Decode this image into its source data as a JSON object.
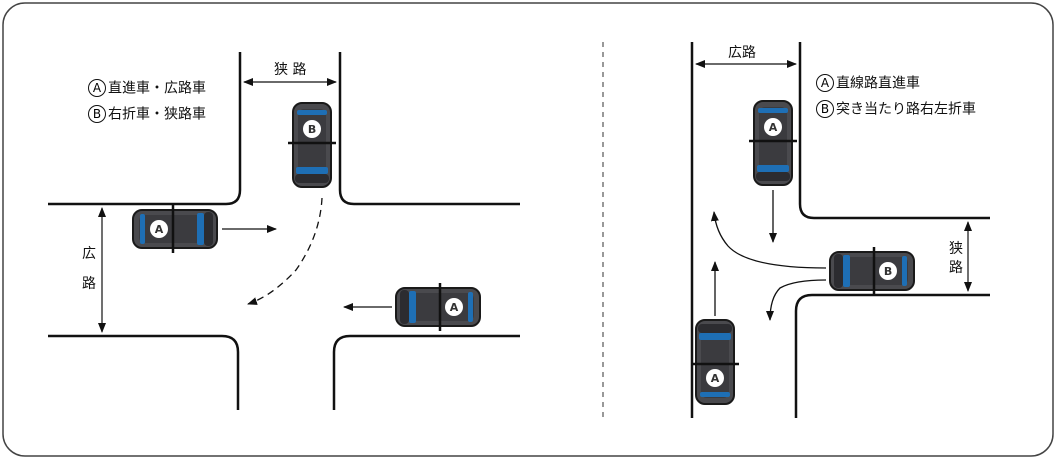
{
  "left_scene": {
    "legend": [
      {
        "marker": "A",
        "text": "直進車・広路車"
      },
      {
        "marker": "B",
        "text": "右折車・狭路車"
      }
    ],
    "narrow_road_label": "狭 路",
    "wide_road_label": [
      "広",
      "路"
    ],
    "cars": [
      {
        "id": "A",
        "label": "A"
      },
      {
        "id": "B",
        "label": "B"
      },
      {
        "id": "A",
        "label": "A"
      }
    ]
  },
  "right_scene": {
    "legend": [
      {
        "marker": "A",
        "text": "直線路直進車"
      },
      {
        "marker": "B",
        "text": "突き当たり路右左折車"
      }
    ],
    "wide_road_label": "広路",
    "narrow_road_label": [
      "狭",
      "路"
    ],
    "cars": [
      {
        "id": "A",
        "label": "A"
      },
      {
        "id": "B",
        "label": "B"
      },
      {
        "id": "A",
        "label": "A"
      }
    ]
  }
}
